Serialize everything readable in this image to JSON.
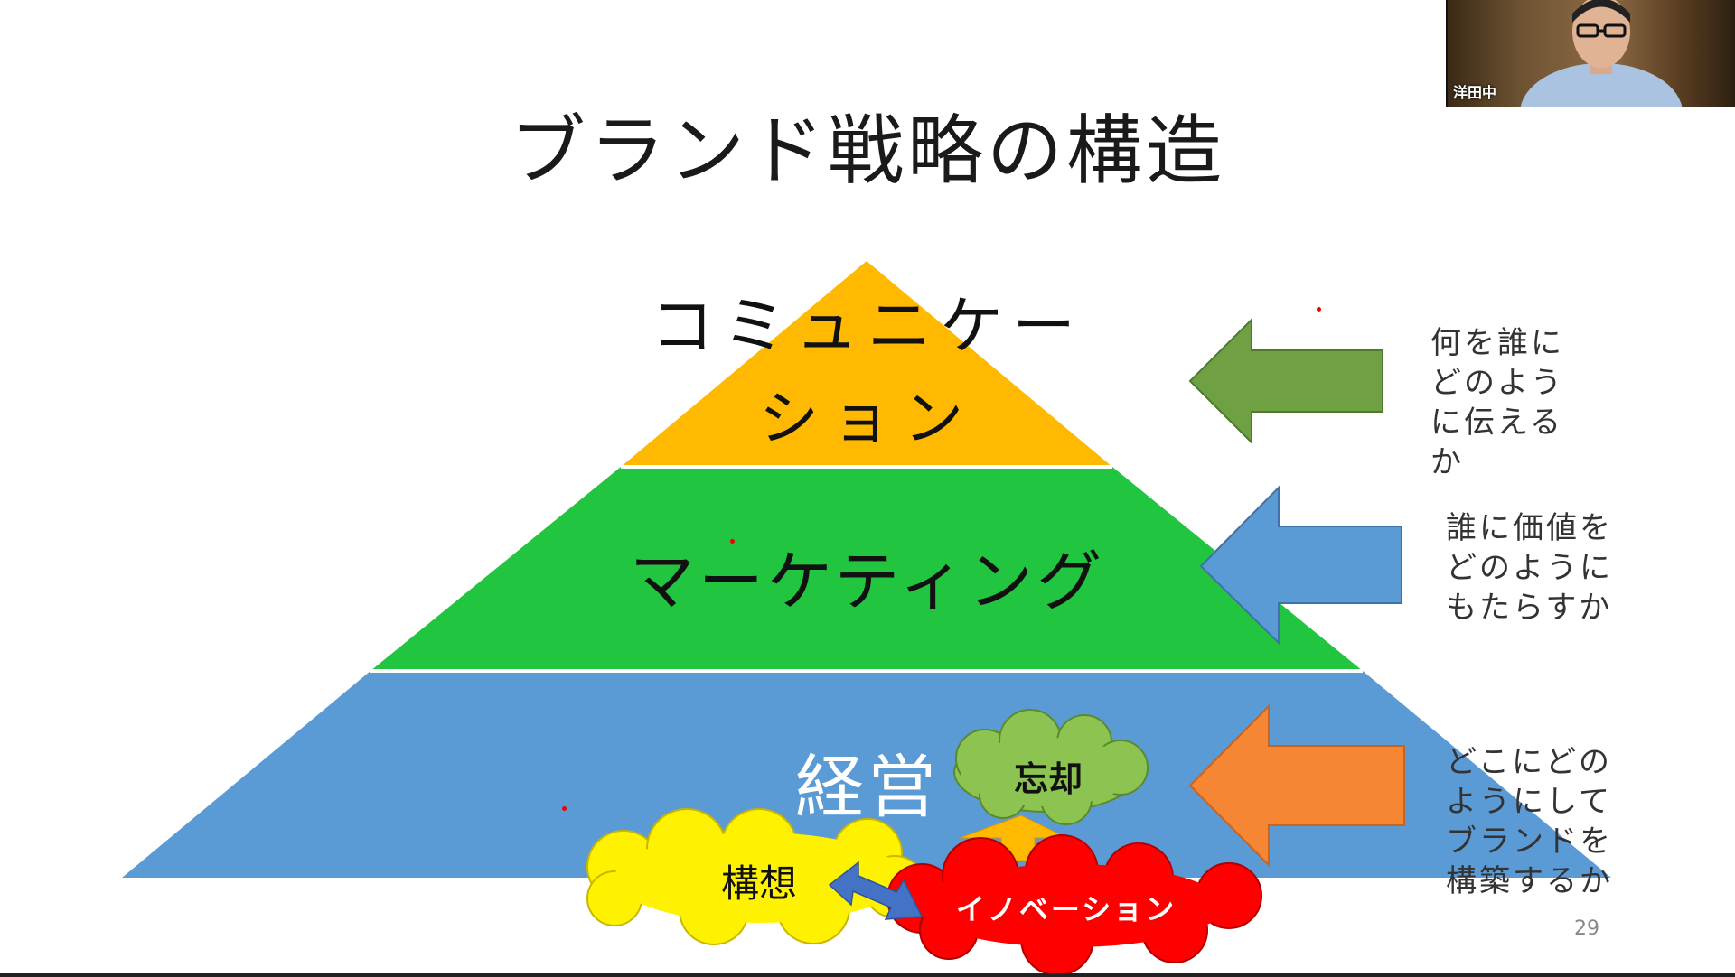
{
  "slide": {
    "title": "ブランド戦略の構造",
    "page_number": "29"
  },
  "pyramid": {
    "top_label_line1": "コミュニケー",
    "top_label_line2": "ション",
    "middle_label": "マーケティング",
    "bottom_label": "経営",
    "colors": {
      "top": "#FFB900",
      "middle": "#22C53F",
      "bottom": "#5B9BD5"
    }
  },
  "clouds": {
    "bokyaku": "忘却",
    "kousou": "構想",
    "innovation": "イノベーション"
  },
  "arrows": {
    "top_color": "#70A044",
    "middle_color": "#5B9BD5",
    "bottom_color": "#F58634"
  },
  "side_text": {
    "top": [
      "何を誰に",
      "どのよう",
      "に伝える",
      "か"
    ],
    "middle": [
      "誰に価値を",
      "どのように",
      "もたらすか"
    ],
    "bottom": [
      "どこにどの",
      "ようにして",
      "ブランドを",
      "構築するか"
    ]
  },
  "video": {
    "participant_name": "洋田中"
  }
}
